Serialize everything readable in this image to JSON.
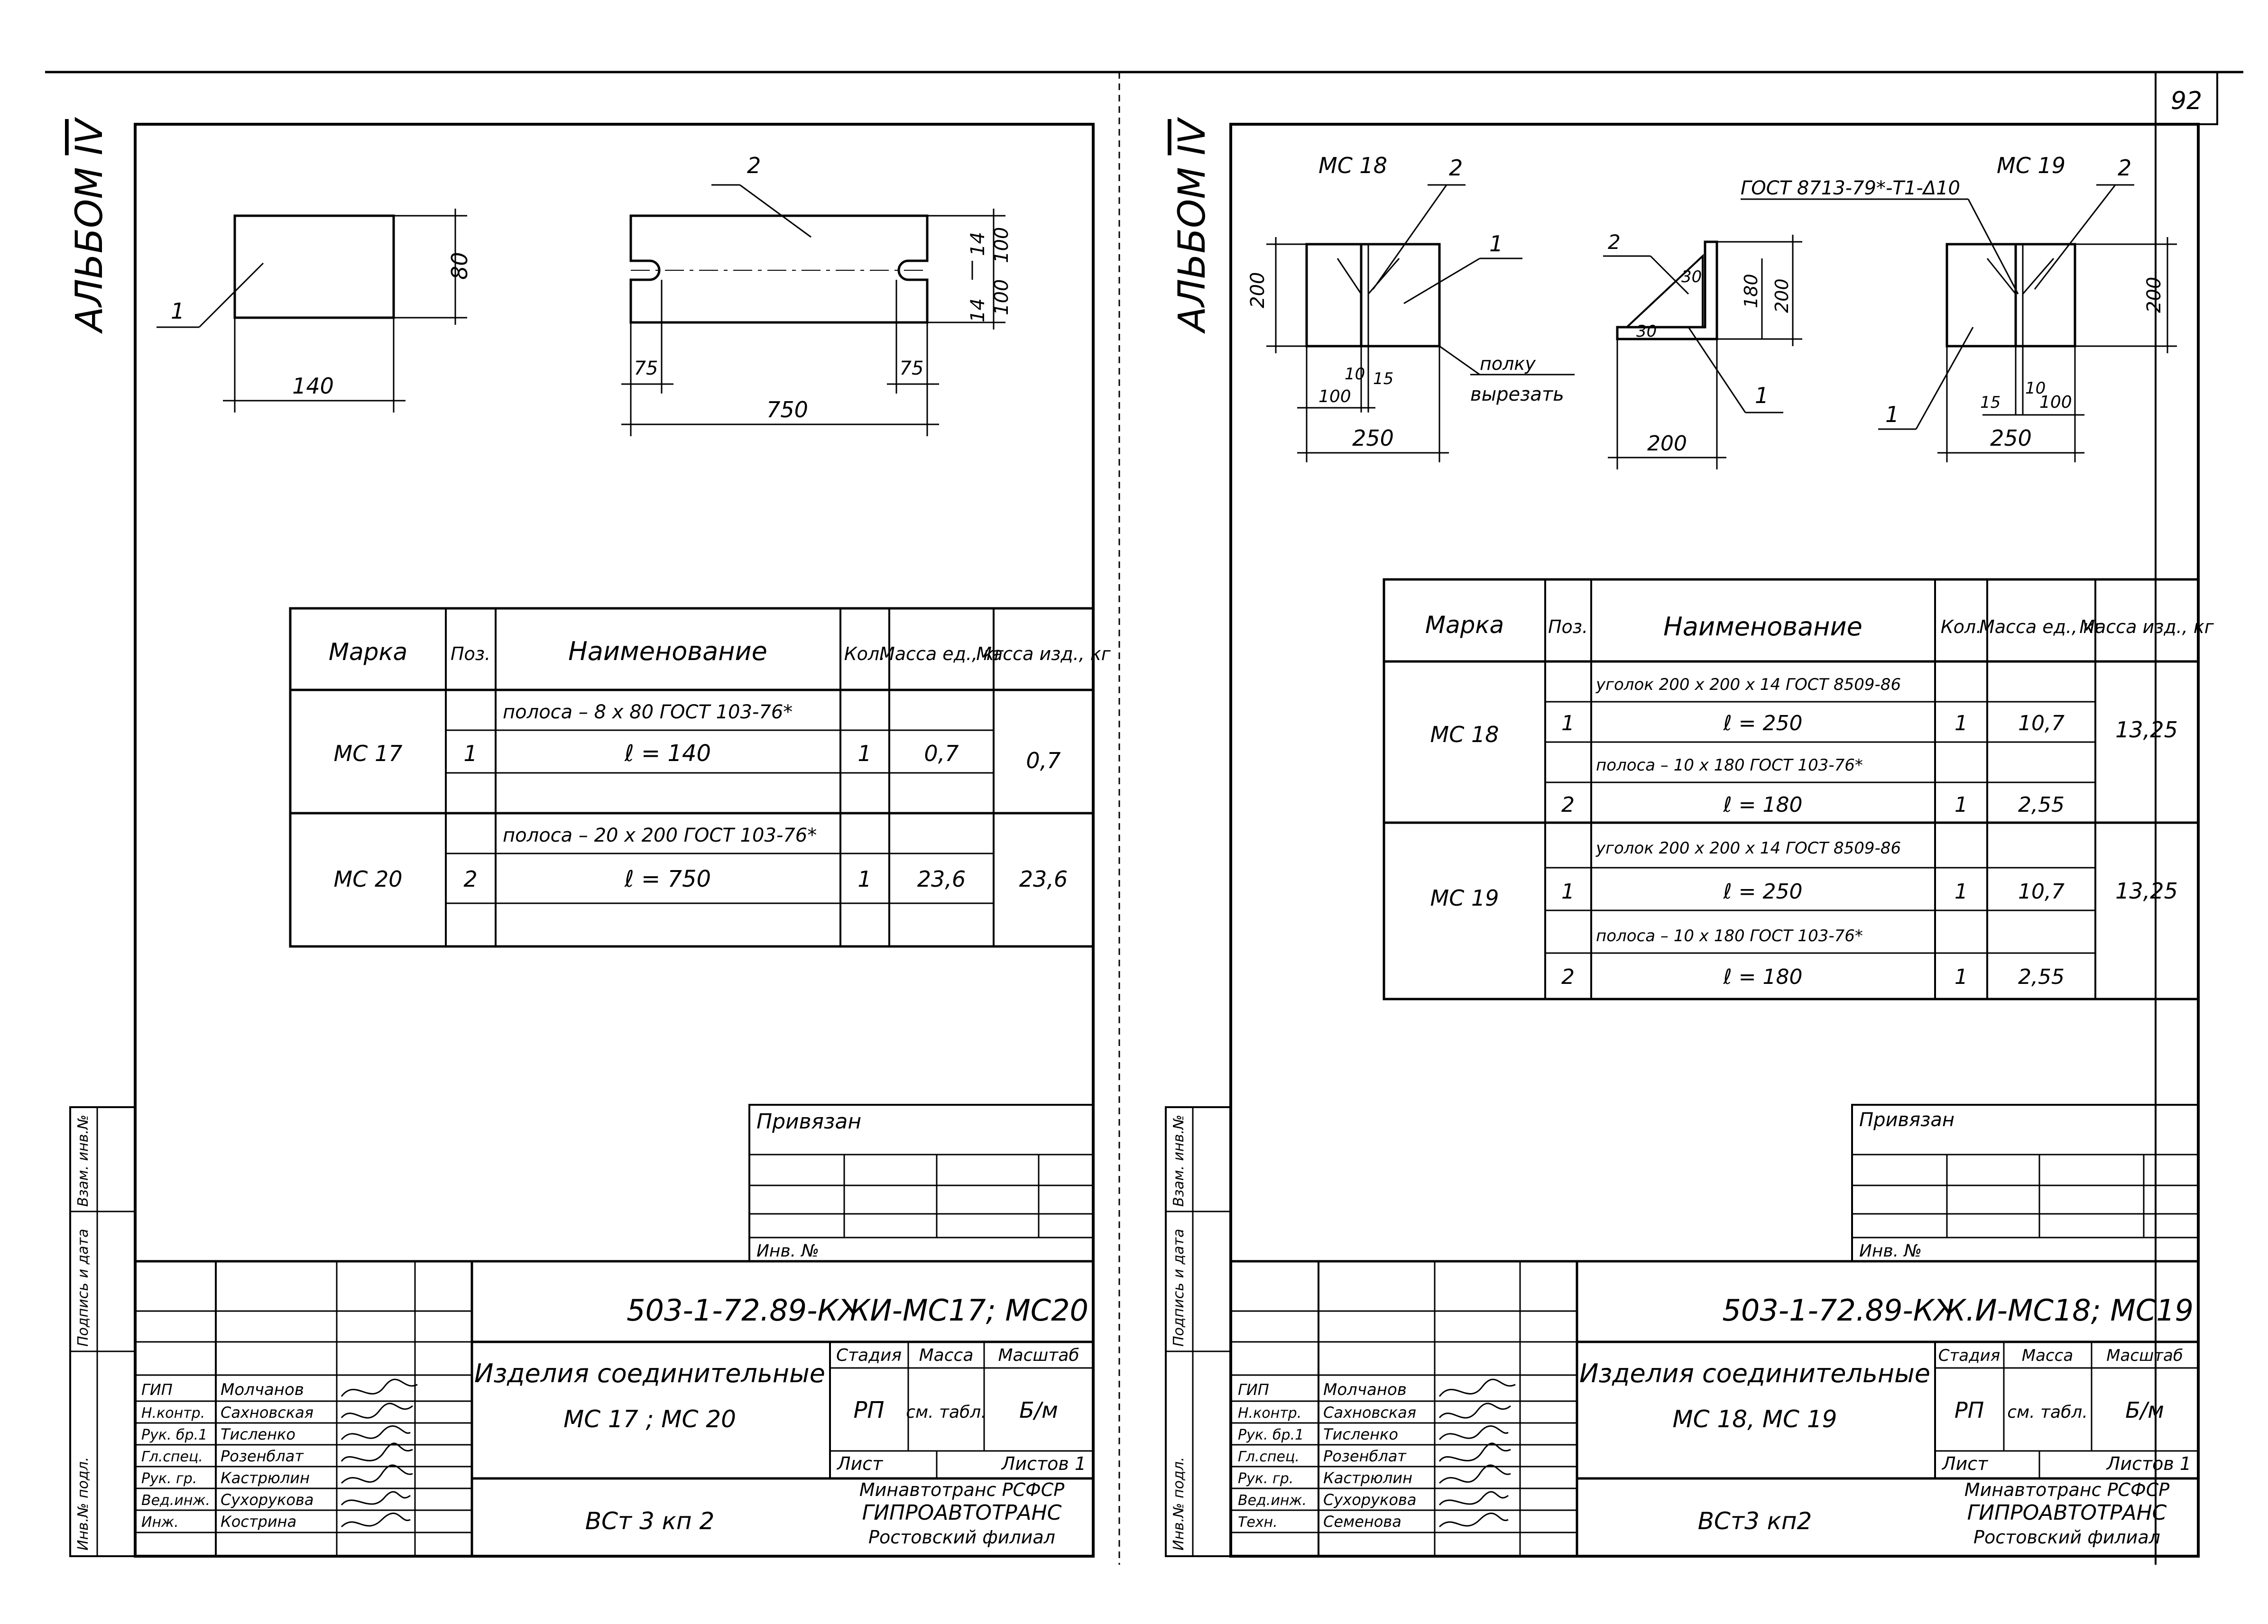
{
  "page_number": "92",
  "album": "АЛЬБОМ",
  "album_num": "IV",
  "side_stamp": [
    "Инв.№ подл.",
    "Подпись и дата",
    "Взам. инв.№"
  ],
  "left": {
    "drawing": {
      "part1_w": "140",
      "part1_h": "80",
      "part1_pos": "1",
      "part2_pos": "2",
      "part2_len": "750",
      "part2_notch": "75",
      "part2_notch_r": "75",
      "part2_d14a": "14",
      "part2_d14b": "14",
      "part2_d100a": "100",
      "part2_d100b": "100"
    },
    "table": {
      "headers": [
        "Марка",
        "Поз.",
        "Наименование",
        "Кол.",
        "Масса ед., кг",
        "Масса изд., кг"
      ],
      "groups": [
        {
          "mark": "МС 17",
          "pos": "1",
          "name1": "полоса – 8 х 80  ГОСТ 103-76*",
          "name2": "ℓ = 140",
          "qty": "1",
          "mass": "0,7",
          "total": "0,7"
        },
        {
          "mark": "МС 20",
          "pos": "2",
          "name1": "полоса – 20 х 200  ГОСТ 103-76*",
          "name2": "ℓ = 750",
          "qty": "1",
          "mass": "23,6",
          "total": "23,6"
        }
      ]
    },
    "stamp": {
      "privyazan": "Привязан",
      "inv": "Инв. №",
      "code": "503-1-72.89-КЖИ-МС17; МС20",
      "title1": "Изделия соединительные",
      "title2": "МС 17 ; МС 20",
      "material": "ВСт 3 кп 2",
      "stadiya_h": "Стадия",
      "massa_h": "Масса",
      "masshtab_h": "Масштаб",
      "stadiya": "РП",
      "massa": "см. табл.",
      "masshtab": "Б/м",
      "list": "Лист",
      "listov": "Листов 1",
      "org1": "Минавтотранс РСФСР",
      "org2": "ГИПРОАВТОТРАНС",
      "org3": "Ростовский филиал",
      "roles": [
        "ГИП",
        "Н.контр.",
        "Рук. бр.1",
        "Гл.спец.",
        "Рук. гр.",
        "Вед.инж.",
        "Инж."
      ],
      "names": [
        "Молчанов",
        "Сахновская",
        "Тисленко",
        "Розенблат",
        "Кастрюлин",
        "Сухорукова",
        "Кострина"
      ]
    }
  },
  "right": {
    "drawing": {
      "mc18": "МС 18",
      "mc19": "МС 19",
      "pos1": "1",
      "pos2": "2",
      "d200": "200",
      "d250": "250",
      "d100": "100",
      "d10": "10",
      "d15": "15",
      "d180": "180",
      "d30": "30",
      "d200b": "200",
      "note1": "полку",
      "note2": "вырезать",
      "gost": "ГОСТ 8713-79*-Т1-Δ10"
    },
    "table": {
      "headers": [
        "Марка",
        "Поз.",
        "Наименование",
        "Кол.",
        "Масса ед., кг",
        "Масса изд., кг"
      ],
      "groups": [
        {
          "mark": "МС 18",
          "total": "13,25",
          "rows": [
            {
              "pos": "1",
              "name1": "уголок 200 х 200 х 14 ГОСТ 8509-86",
              "name2": "ℓ = 250",
              "qty": "1",
              "mass": "10,7"
            },
            {
              "pos": "2",
              "name1": "полоса – 10 х 180  ГОСТ 103-76*",
              "name2": "ℓ = 180",
              "qty": "1",
              "mass": "2,55"
            }
          ]
        },
        {
          "mark": "МС 19",
          "total": "13,25",
          "rows": [
            {
              "pos": "1",
              "name1": "уголок 200 х 200 х 14 ГОСТ 8509-86",
              "name2": "ℓ = 250",
              "qty": "1",
              "mass": "10,7"
            },
            {
              "pos": "2",
              "name1": "полоса – 10 х 180  ГОСТ 103-76*",
              "name2": "ℓ = 180",
              "qty": "1",
              "mass": "2,55"
            }
          ]
        }
      ]
    },
    "stamp": {
      "privyazan": "Привязан",
      "inv": "Инв. №",
      "code": "503-1-72.89-КЖ.И-МС18; МС19",
      "title1": "Изделия соединительные",
      "title2": "МС 18, МС 19",
      "material": "ВСт3 кп2",
      "stadiya_h": "Стадия",
      "massa_h": "Масса",
      "masshtab_h": "Масштаб",
      "stadiya": "РП",
      "massa": "см. табл.",
      "masshtab": "Б/м",
      "list": "Лист",
      "listov": "Листов 1",
      "org1": "Минавтотранс РСФСР",
      "org2": "ГИПРОАВТОТРАНС",
      "org3": "Ростовский филиал",
      "roles": [
        "ГИП",
        "Н.контр.",
        "Рук. бр.1",
        "Гл.спец.",
        "Рук. гр.",
        "Вед.инж.",
        "Техн."
      ],
      "names": [
        "Молчанов",
        "Сахновская",
        "Тисленко",
        "Розенблат",
        "Кастрюлин",
        "Сухорукова",
        "Семенова"
      ]
    }
  }
}
